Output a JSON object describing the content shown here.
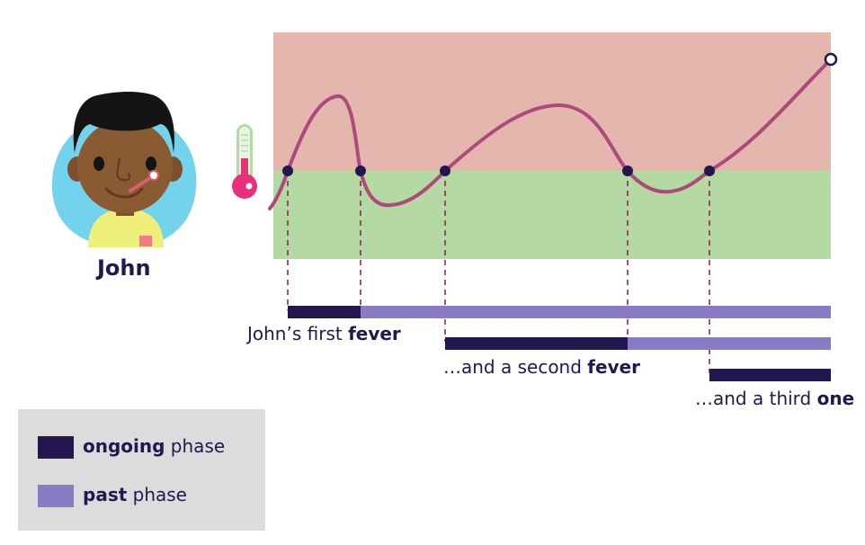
{
  "person": {
    "name": "John"
  },
  "fever_labels": [
    {
      "prefix": "John’s first ",
      "bold": "fever"
    },
    {
      "prefix": "…and a second ",
      "bold": "fever"
    },
    {
      "prefix": "…and a third ",
      "bold": "one"
    }
  ],
  "legend": {
    "items": [
      {
        "bold": "ongoing",
        "text": " phase",
        "color": "#24174f"
      },
      {
        "bold": "past",
        "text": " phase",
        "color": "#8a7cc4"
      }
    ]
  },
  "colors": {
    "fever_zone": "#e5b6ae",
    "normal_zone": "#b5d9a3",
    "curve": "#ad4a7c",
    "point": "#24174f",
    "ongoing": "#24174f",
    "past": "#8a7cc4",
    "guide": "#8c2a55"
  },
  "icons": [
    "person-avatar-icon",
    "thermometer-icon"
  ]
}
